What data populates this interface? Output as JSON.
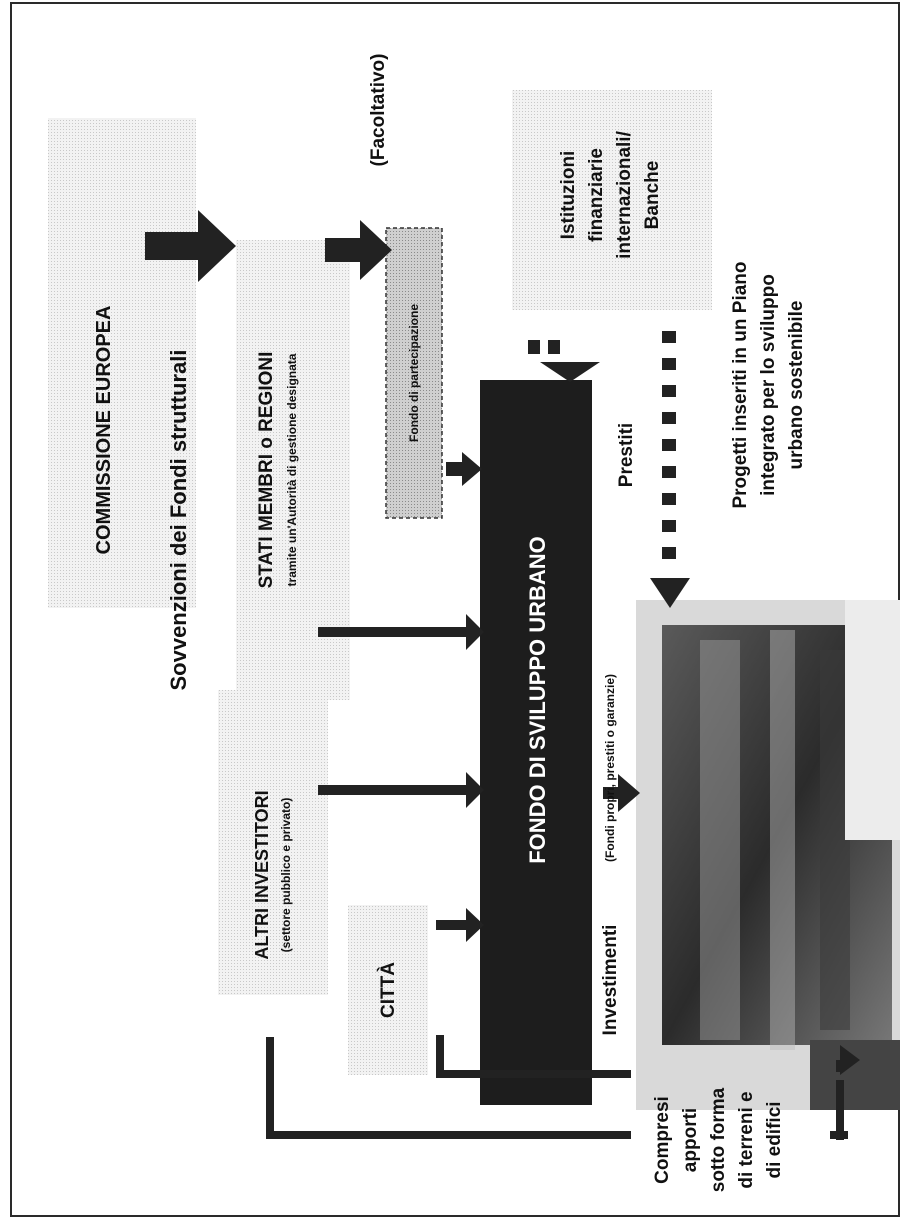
{
  "nodes": {
    "commission": "COMMISSIONE EUROPEA",
    "grants": "Sovvenzioni dei Fondi strutturali",
    "member_states": "STATI MEMBRI o REGIONI",
    "member_states_sub": "tramite un'Autorità di gestione designata",
    "optional": "(Facoltativo)",
    "holding_fund": "Fondo di partecipazione",
    "banks_line1": "Istituzioni",
    "banks_line2": "finanziarie",
    "banks_line3": "internazionali/",
    "banks_line4": "Banche",
    "other_investors": "ALTRI INVESTITORI",
    "other_investors_sub": "(settore pubblico e privato)",
    "urban_fund": "FONDO DI SVILUPPO URBANO",
    "loans": "Prestiti",
    "city": "CITTÀ",
    "investments": "Investimenti",
    "investments_sub": "(Fondi propri, prestiti o garanzie)",
    "projects_line1": "Progetti inseriti in un Piano",
    "projects_line2": "integrato per lo sviluppo",
    "projects_line3": "urbano sostenibile",
    "contrib_line1": "Compresi",
    "contrib_line2": "apporti",
    "contrib_line3": "sotto forma",
    "contrib_line4": "di terreni e",
    "contrib_line5": "di edifici"
  }
}
